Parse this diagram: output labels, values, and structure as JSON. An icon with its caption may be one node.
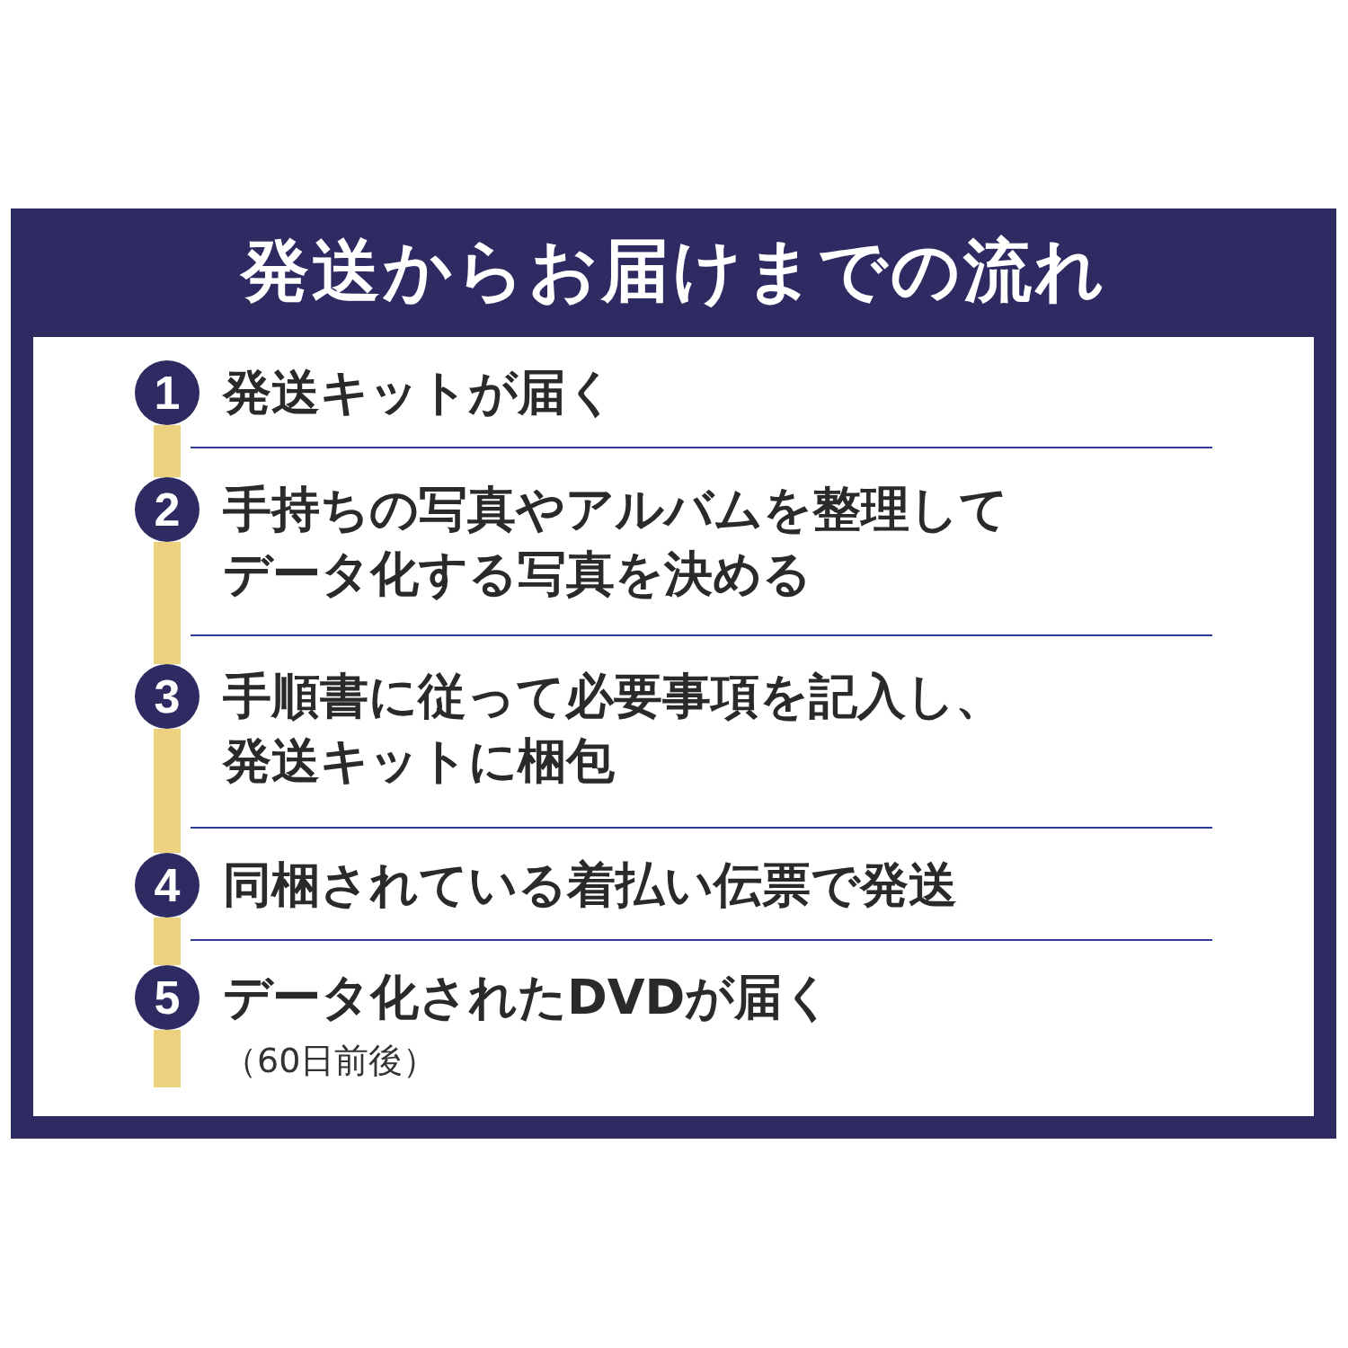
{
  "diagram": {
    "title": "発送からお届けまでの流れ",
    "nodes": [
      {
        "text": [
          "1"
        ],
        "beside": [
          "発送キットが届く"
        ]
      },
      {
        "text": [
          "2"
        ],
        "beside": [
          "手持ちの写真やアルバムを整理してデータ化する写真を決める"
        ]
      },
      {
        "text": [
          "3"
        ],
        "beside": [
          "手順書に従って必要事項を記入し、発送キットに梱包"
        ]
      },
      {
        "text": [
          "4"
        ],
        "beside": [
          "同梱されている着払い伝票で発送"
        ]
      },
      {
        "text": [
          "5"
        ],
        "beside": [
          "データ化されたDVDが届く",
          "（60日前後）"
        ]
      }
    ],
    "edges": [
      {
        "from": 0,
        "to": 1,
        "arrow": "none",
        "color": "#ecd27e"
      },
      {
        "from": 1,
        "to": 2,
        "arrow": "none",
        "color": "#ecd27e"
      },
      {
        "from": 2,
        "to": 3,
        "arrow": "none",
        "color": "#ecd27e"
      },
      {
        "from": 3,
        "to": 4,
        "arrow": "none",
        "color": "#ecd27e"
      }
    ]
  }
}
